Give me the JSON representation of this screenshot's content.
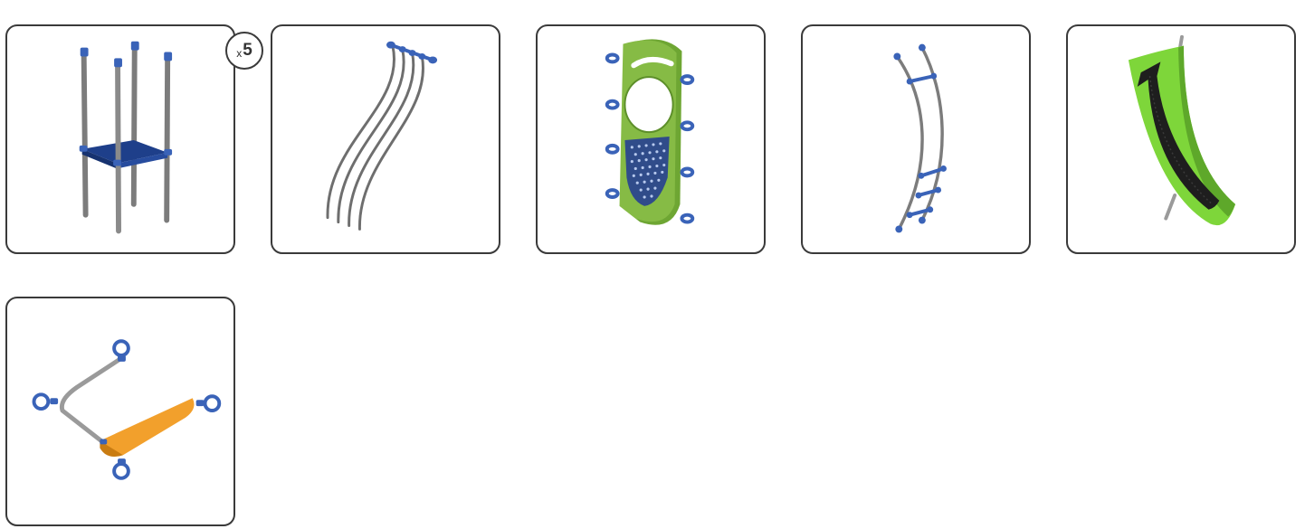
{
  "components": [
    {
      "id": "c1",
      "name": "deck-tower-component",
      "quantity_prefix": "x",
      "quantity": "5"
    },
    {
      "id": "c2",
      "name": "curved-rods-component"
    },
    {
      "id": "c3",
      "name": "climbing-panel-component"
    },
    {
      "id": "c4",
      "name": "curved-ladder-component"
    },
    {
      "id": "c5",
      "name": "slide-panel-component"
    },
    {
      "id": "c6",
      "name": "bridge-step-component"
    }
  ],
  "colors": {
    "card_border": "#3a3a3a",
    "pole_gray": "#8a8a8a",
    "connector_blue": "#3a63b8",
    "panel_green": "#7fbf3a",
    "slide_green": "#7ed63a",
    "arrow_black": "#1e1e1e",
    "step_orange": "#f2a02c"
  }
}
